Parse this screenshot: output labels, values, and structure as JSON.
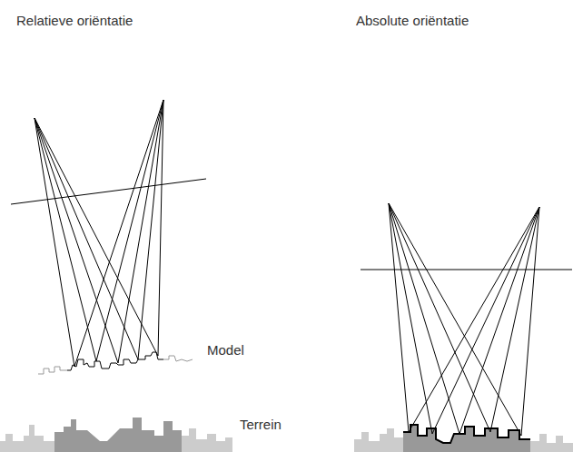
{
  "diagram": {
    "labels": [
      "Relatieve oriëntatie",
      "Absolute oriëntatie",
      "Model",
      "Terrein"
    ]
  }
}
